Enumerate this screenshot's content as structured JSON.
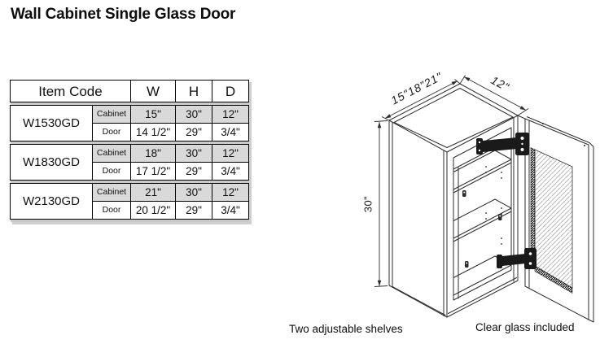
{
  "title": "Wall Cabinet Single Glass Door",
  "table": {
    "headers": {
      "item_code": "Item Code",
      "w": "W",
      "h": "H",
      "d": "D"
    },
    "row_labels": {
      "cabinet": "Cabinet",
      "door": "Door"
    },
    "rows": [
      {
        "item_code": "W1530GD",
        "cabinet": {
          "w": "15\"",
          "h": "30\"",
          "d": "12\""
        },
        "door": {
          "w": "14 1/2\"",
          "h": "29\"",
          "d": "3/4\""
        }
      },
      {
        "item_code": "W1830GD",
        "cabinet": {
          "w": "18\"",
          "h": "30\"",
          "d": "12\""
        },
        "door": {
          "w": "17 1/2\"",
          "h": "29\"",
          "d": "3/4\""
        }
      },
      {
        "item_code": "W2130GD",
        "cabinet": {
          "w": "21\"",
          "h": "30\"",
          "d": "12\""
        },
        "door": {
          "w": "20 1/2\"",
          "h": "29\"",
          "d": "3/4\""
        }
      }
    ]
  },
  "diagram": {
    "width_dim": "15\"18\"21\"",
    "depth_dim": "12\"",
    "height_dim": "30\"",
    "caption_shelves": "Two adjustable shelves",
    "caption_glass": "Clear glass included"
  },
  "colors": {
    "shade": "#d9d9d9",
    "gap": "#c9c9c9",
    "line": "#2e2e2e"
  }
}
